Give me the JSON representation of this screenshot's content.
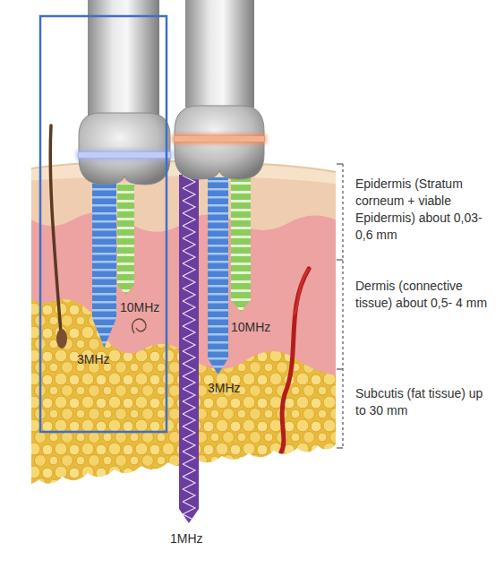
{
  "diagram": {
    "labels": [
      "Epidermis (Stratum corneum + viable Epidermis) about 0,03-0,6 mm",
      "Dermis (connective tissue) about 0,5- 4 mm",
      "Subcutis (fat tissue) up to 30 mm",
      "10MHz",
      "3MHz",
      "10MHz",
      "3MHz",
      "1MHz"
    ]
  }
}
